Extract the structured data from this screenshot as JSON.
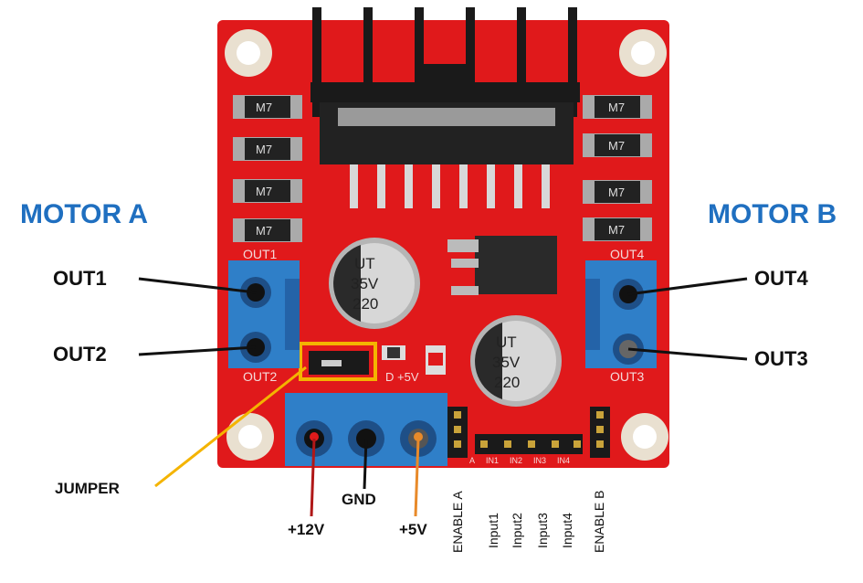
{
  "titles": {
    "motor_a": "MOTOR A",
    "motor_b": "MOTOR B"
  },
  "labels": {
    "out1": "OUT1",
    "out2": "OUT2",
    "out3": "OUT3",
    "out4": "OUT4",
    "jumper": "JUMPER",
    "v12": "+12V",
    "gnd": "GND",
    "v5": "+5V"
  },
  "pins": {
    "enable_a": "ENABLE A",
    "input1": "Input1",
    "input2": "Input2",
    "input3": "Input3",
    "input4": "Input4",
    "enable_b": "ENABLE B"
  },
  "board": {
    "diode_marking": "M7",
    "capacitor_brand": "UT",
    "capacitor_voltage": "35V",
    "capacitor_value": "220",
    "silk_out1": "OUT1",
    "silk_out2": "OUT2",
    "silk_out3": "OUT3",
    "silk_out4": "OUT4",
    "silk_5v": "D +5V",
    "pin_silk": [
      "A",
      "IN1",
      "IN2",
      "IN3",
      "IN4"
    ]
  },
  "colors": {
    "pcb": "#e0191b",
    "terminal": "#2f7fc8",
    "title": "#1f6fc0",
    "jumper_box": "#f4b400",
    "wire_12v": "#b01818",
    "wire_5v": "#e88a2a"
  }
}
